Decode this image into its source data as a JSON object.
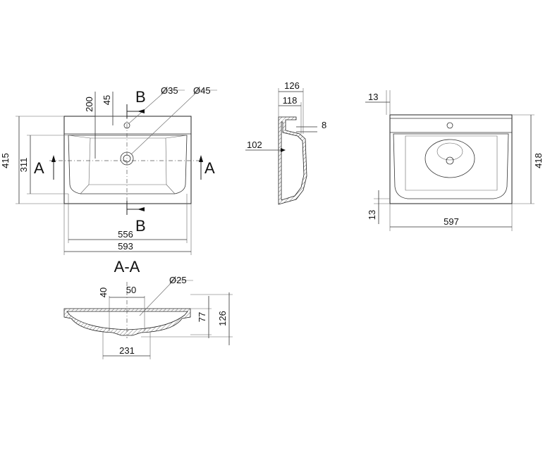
{
  "top_view": {
    "dim_depth": "415",
    "dim_basin_depth": "311",
    "dim_tap_offset": "200",
    "dim_tap_side": "45",
    "dim_tap_hole": "Ø35",
    "dim_drain_hole": "Ø45",
    "dim_inner_width": "556",
    "dim_width": "593",
    "section_a": "A",
    "section_b": "B"
  },
  "side_view": {
    "dim_height": "126",
    "dim_top": "118",
    "dim_rim": "8",
    "dim_depth": "102"
  },
  "right_view": {
    "dim_offset_top": "13",
    "dim_offset_bottom": "13",
    "dim_depth": "418",
    "dim_width": "597"
  },
  "section_view": {
    "title": "A-A",
    "dim_drain_offset": "40",
    "dim_drain_spacing": "50",
    "dim_drain_hole": "Ø25",
    "dim_basin_depth": "77",
    "dim_height": "126",
    "dim_base": "231"
  }
}
